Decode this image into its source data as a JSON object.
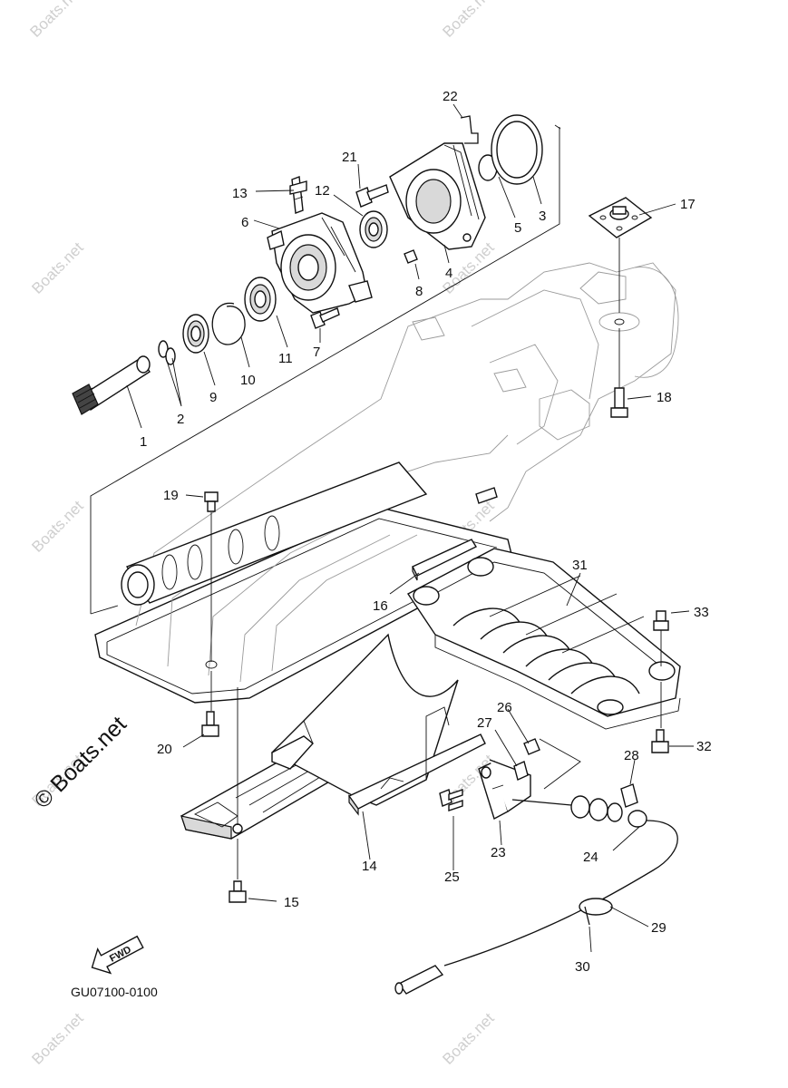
{
  "watermark": {
    "text": "© Boats.net",
    "corner_text": "Boats.net"
  },
  "diagram_code": "GU07100-0100",
  "fwd_label": "FWD",
  "callouts": [
    {
      "id": "c1",
      "text": "1"
    },
    {
      "id": "c2",
      "text": "2"
    },
    {
      "id": "c3",
      "text": "3"
    },
    {
      "id": "c4",
      "text": "4"
    },
    {
      "id": "c5",
      "text": "5"
    },
    {
      "id": "c6",
      "text": "6"
    },
    {
      "id": "c7",
      "text": "7"
    },
    {
      "id": "c8",
      "text": "8"
    },
    {
      "id": "c9",
      "text": "9"
    },
    {
      "id": "c10",
      "text": "10"
    },
    {
      "id": "c11",
      "text": "11"
    },
    {
      "id": "c12",
      "text": "12"
    },
    {
      "id": "c13",
      "text": "13"
    },
    {
      "id": "c14",
      "text": "14"
    },
    {
      "id": "c15",
      "text": "15"
    },
    {
      "id": "c16",
      "text": "16"
    },
    {
      "id": "c17",
      "text": "17"
    },
    {
      "id": "c18",
      "text": "18"
    },
    {
      "id": "c19",
      "text": "19"
    },
    {
      "id": "c20",
      "text": "20"
    },
    {
      "id": "c21",
      "text": "21"
    },
    {
      "id": "c22",
      "text": "22"
    },
    {
      "id": "c23",
      "text": "23"
    },
    {
      "id": "c24",
      "text": "24"
    },
    {
      "id": "c25",
      "text": "25"
    },
    {
      "id": "c26",
      "text": "26"
    },
    {
      "id": "c27",
      "text": "27"
    },
    {
      "id": "c28",
      "text": "28"
    },
    {
      "id": "c29",
      "text": "29"
    },
    {
      "id": "c30",
      "text": "30"
    },
    {
      "id": "c31",
      "text": "31"
    },
    {
      "id": "c32",
      "text": "32"
    },
    {
      "id": "c33",
      "text": "33"
    }
  ]
}
